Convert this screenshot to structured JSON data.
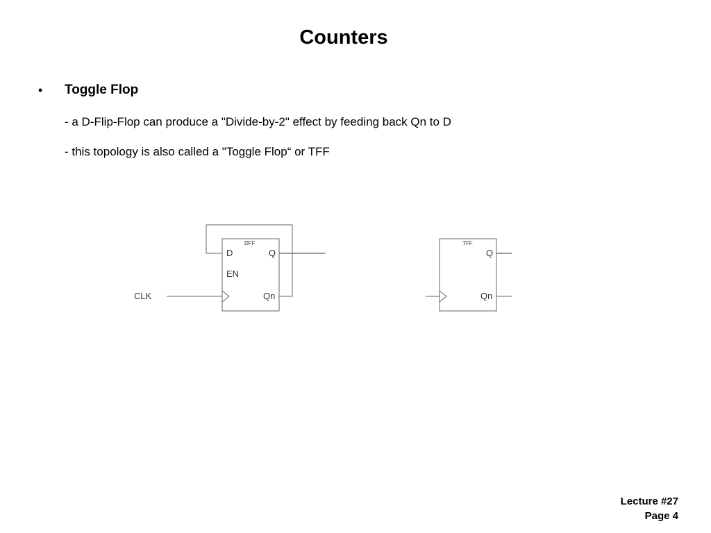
{
  "slide": {
    "title": "Counters",
    "bullet": {
      "marker": "•",
      "heading": "Toggle Flop",
      "lines": [
        "- a D-Flip-Flop can produce a \"Divide-by-2\" effect by feeding back Qn to D",
        "- this topology is also called a \"Toggle Flop“ or TFF"
      ]
    }
  },
  "diagram": {
    "dff": {
      "name": "DFF",
      "pin_d": "D",
      "pin_q": "Q",
      "pin_en": "EN",
      "pin_qn": "Qn",
      "clock_label": "CLK"
    },
    "tff": {
      "name": "TFF",
      "pin_q": "Q",
      "pin_qn": "Qn"
    }
  },
  "footer": {
    "lecture": "Lecture #27",
    "page": "Page 4"
  }
}
